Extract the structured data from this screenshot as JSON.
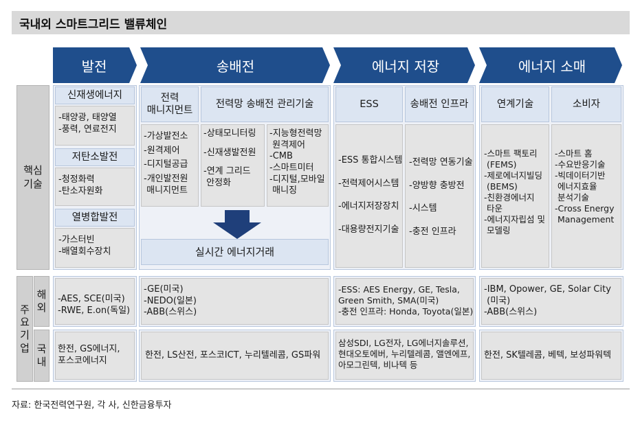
{
  "title": "국내외 스마트그리드 밸류체인",
  "colors": {
    "chevron": "#1f4e8c",
    "header_fill": "#dce5f2",
    "cell_fill": "#e4e4e4",
    "side_fill": "#d0d0d0"
  },
  "stages": [
    "발전",
    "송배전",
    "에너지 저장",
    "에너지 소매"
  ],
  "side_labels": {
    "core_tech": "핵심\n기술",
    "companies": [
      "주",
      "요",
      "기",
      "업"
    ],
    "overseas": [
      "해",
      "외"
    ],
    "domestic": [
      "국",
      "내"
    ]
  },
  "generation": {
    "renewable_header": "신재생에너지",
    "renewable_items": [
      "-태양광, 태양열",
      "-풍력, 연료전지"
    ],
    "low_carbon_header": "저탄소발전",
    "low_carbon_items": [
      "-청정화력",
      "-탄소자원화"
    ],
    "chp_header": "열병합발전",
    "chp_items": [
      "-가스터빈",
      "-배열회수장치"
    ]
  },
  "transmission": {
    "power_mgmt_header": "전력\n매니지먼트",
    "grid_mgmt_header": "전력망 송배전 관리기술",
    "col1_items": [
      "-가상발전소",
      "-원격제어",
      "-디지털공급",
      "-개인발전원",
      " 매니지먼트"
    ],
    "col2_items": [
      "-상태모니터링",
      "-신재생발전원",
      "-연계 그리드",
      " 안정화"
    ],
    "col3_items": [
      "-지능형전력망",
      " 원격제어",
      "-CMB",
      "-스마트미터",
      "-디지털,모바일",
      " 매니징"
    ],
    "realtime_label": "실시간 에너지거래"
  },
  "storage": {
    "ess_header": "ESS",
    "infra_header": "송배전 인프라",
    "ess_items": [
      "-ESS 통합시스템",
      "-전력제어시스템",
      "-에너지저장장치",
      "-대용량전지기술"
    ],
    "infra_items": [
      "-전력망 연동기술",
      "-양방향 충방전",
      "-시스템",
      "-충전 인프라"
    ]
  },
  "retail": {
    "link_header": "연계기술",
    "consumer_header": "소비자",
    "link_items": [
      "-스마트 팩토리",
      " (FEMS)",
      "-제로에너지빌딩",
      " (BEMS)",
      "-친환경에너지",
      " 타운",
      "-에너지자립섬 및",
      " 모델링"
    ],
    "consumer_items": [
      "-스마트 홈",
      "-수요반응기술",
      "-빅데이터기반",
      " 에너지효율",
      " 분석기술",
      "-Cross Energy",
      " Management"
    ]
  },
  "companies": {
    "overseas": {
      "generation": [
        "-AES, SCE(미국)",
        "-RWE, E.on(독일)"
      ],
      "transmission": [
        "-GE(미국)",
        "-NEDO(일본)",
        "-ABB(스위스)"
      ],
      "storage": [
        "-ESS: AES Energy, GE, Tesla,",
        "Green Smith, SMA(미국)",
        "-충전 인프라: Honda, Toyota(일본)"
      ],
      "retail": [
        "-IBM, Opower, GE, Solar City",
        " (미국)",
        "-ABB(스위스)"
      ]
    },
    "domestic": {
      "generation": [
        "한전, GS에너지,",
        "포스코에너지"
      ],
      "transmission": [
        "한전, LS산전, 포스코ICT, 누리텔레콤, GS파워"
      ],
      "storage": [
        "삼성SDI, LG전자, LG에너지솔루션,",
        "현대오토에버, 누리텔레콤, 앨엔에프,",
        "아모그린텍, 비나텍 등"
      ],
      "retail": [
        "한전, SK텔레콤, 베텍, 보성파워텍"
      ]
    }
  },
  "source": "자료: 한국전력연구원, 각 사, 신한금융투자"
}
